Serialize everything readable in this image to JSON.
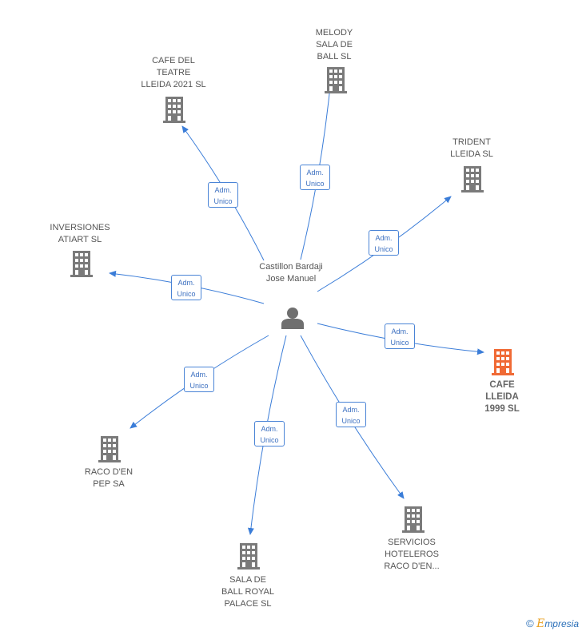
{
  "center": {
    "name": "Castillon\nBardaji Jose\nManuel"
  },
  "relation": {
    "line1": "Adm.",
    "line2": "Unico"
  },
  "nodes": [
    {
      "id": "melody",
      "label": "MELODY\nSALA DE\nBALL  SL",
      "highlight": false
    },
    {
      "id": "cafe-teatre",
      "label": "CAFE DEL\nTEATRE\nLLEIDA 2021  SL",
      "highlight": false
    },
    {
      "id": "trident",
      "label": "TRIDENT\nLLEIDA  SL",
      "highlight": false
    },
    {
      "id": "inversiones",
      "label": "INVERSIONES\nATIART SL",
      "highlight": false
    },
    {
      "id": "cafe-lleida",
      "label": "CAFE\nLLEIDA\n1999  SL",
      "highlight": true
    },
    {
      "id": "raco-pep",
      "label": "RACO D'EN\nPEP SA",
      "highlight": false
    },
    {
      "id": "sala-ball",
      "label": "SALA DE\nBALL ROYAL\nPALACE SL",
      "highlight": false
    },
    {
      "id": "servicios",
      "label": "SERVICIOS\nHOTELEROS\nRACO D'EN...",
      "highlight": false
    }
  ],
  "colors": {
    "edge": "#3b7dd8",
    "building": "#7a7a7a",
    "building_highlight": "#f06a35",
    "person": "#6f6f6f"
  },
  "footer": {
    "copyright": "©",
    "brand_first": "E",
    "brand_rest": "mpresia"
  }
}
